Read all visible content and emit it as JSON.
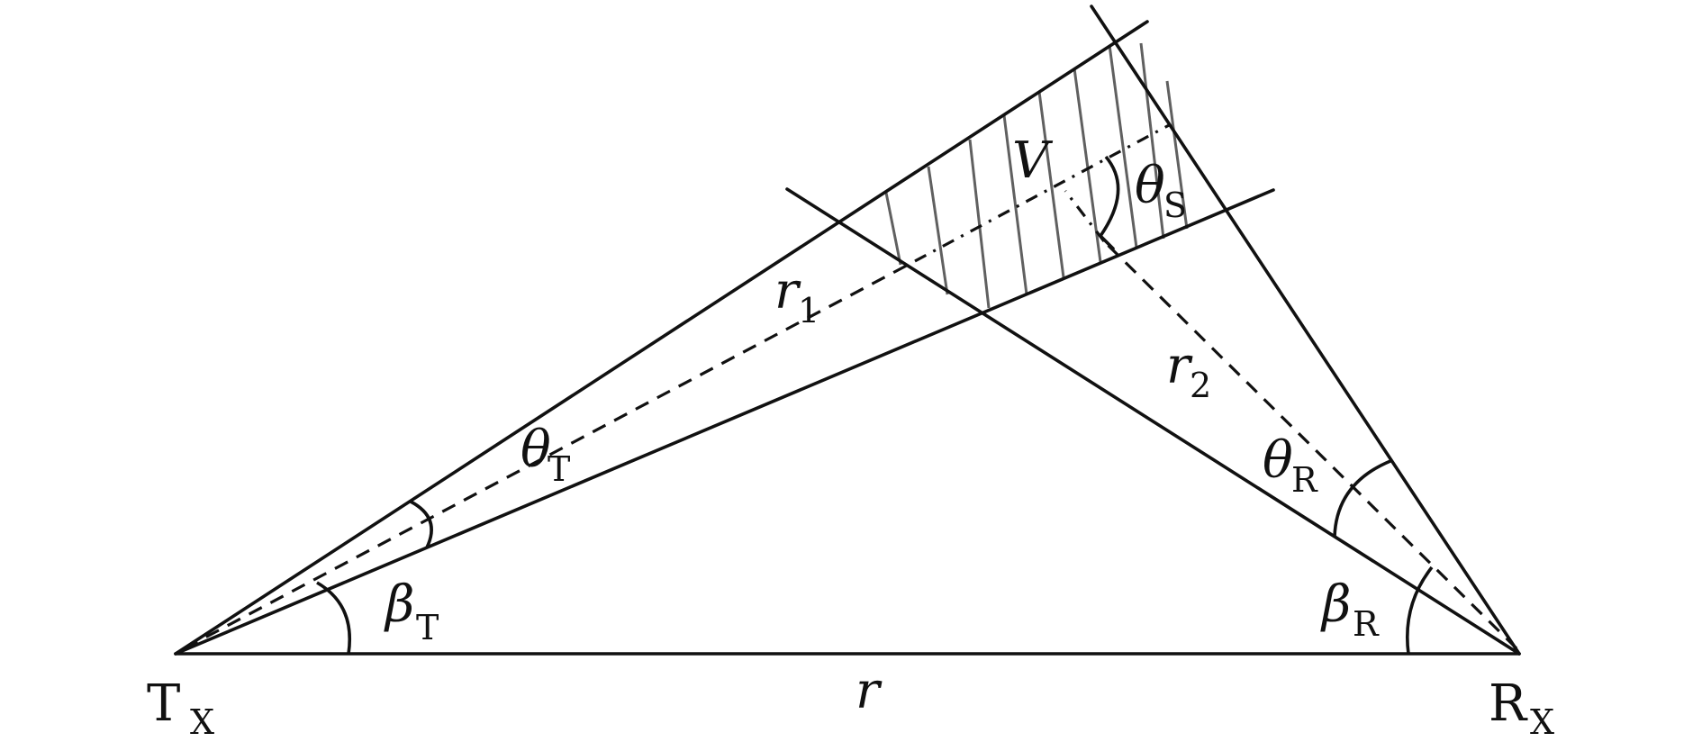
{
  "labels": {
    "tx": {
      "main": "T",
      "sub": "X"
    },
    "rx": {
      "main": "R",
      "sub": "X"
    },
    "r": {
      "main": "r"
    },
    "r1": {
      "main": "r",
      "sub": "1"
    },
    "r2": {
      "main": "r",
      "sub": "2"
    },
    "theta_t": {
      "main": "θ",
      "sub": "T"
    },
    "theta_r": {
      "main": "θ",
      "sub": "R"
    },
    "theta_s": {
      "main": "θ",
      "sub": "S"
    },
    "beta_t": {
      "main": "β",
      "sub": "T"
    },
    "beta_r": {
      "main": "β",
      "sub": "R"
    },
    "v": {
      "main": "V"
    }
  },
  "colors": {
    "stroke": "#111111",
    "hatch": "#606060",
    "background": "#ffffff"
  }
}
